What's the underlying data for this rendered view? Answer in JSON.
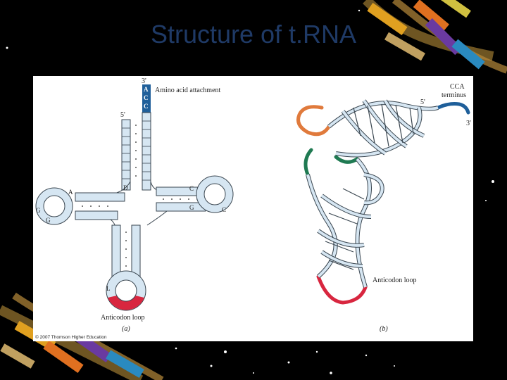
{
  "slide": {
    "title": "Structure of t.RNA"
  },
  "panel_a": {
    "three_prime": "3'",
    "five_prime": "5'",
    "acceptor_bases": [
      "A",
      "C",
      "C"
    ],
    "amino_acid_label": "Amino acid attachment",
    "d_loop_bases": [
      "A",
      "G",
      "G"
    ],
    "d_stem_base": "D",
    "t_loop_bases": [
      "C",
      "G",
      "C"
    ],
    "anticodon_base": "L",
    "anticodon_label": "Anticodon loop",
    "caption": "(a)"
  },
  "panel_b": {
    "five_prime": "5'",
    "three_prime": "3'",
    "cca_label_line1": "CCA",
    "cca_label_line2": "terminus",
    "anticodon_label": "Anticodon loop",
    "caption": "(b)"
  },
  "copyright": "© 2007 Thomson Higher Education",
  "colors": {
    "background": "#000000",
    "title": "#1f3a66",
    "strand_fill": "#d6e6f2",
    "strand_outline": "#3a4650",
    "anticodon_red": "#d8263f",
    "acceptor_blue": "#1f5f9a",
    "orange_loop": "#e07a3c",
    "green_loop": "#1f7a52"
  }
}
